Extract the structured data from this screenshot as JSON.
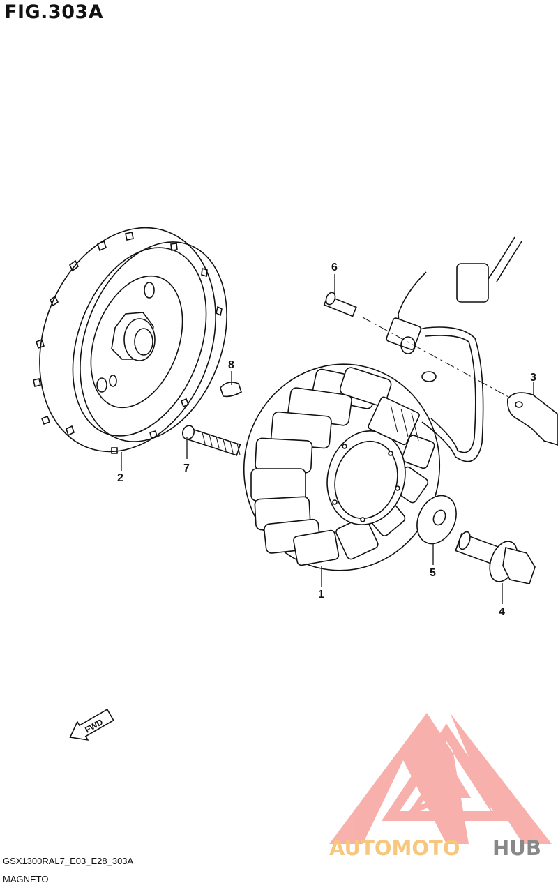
{
  "figure": {
    "title": "FIG.303A"
  },
  "callouts": {
    "p1": "1",
    "p2": "2",
    "p3": "3",
    "p4": "4",
    "p5": "5",
    "p6": "6",
    "p7": "7",
    "p8": "8"
  },
  "fwd_label": "FWD",
  "watermark": {
    "text_a": "AUTOMOTO",
    "text_b": "HUB",
    "colors": {
      "accent": "#f7a8a3",
      "gold": "#f6c77d",
      "dark": "#888888"
    }
  },
  "footer": {
    "code": "GSX1300RAL7_E03_E28_303A",
    "name": "MAGNETO"
  }
}
